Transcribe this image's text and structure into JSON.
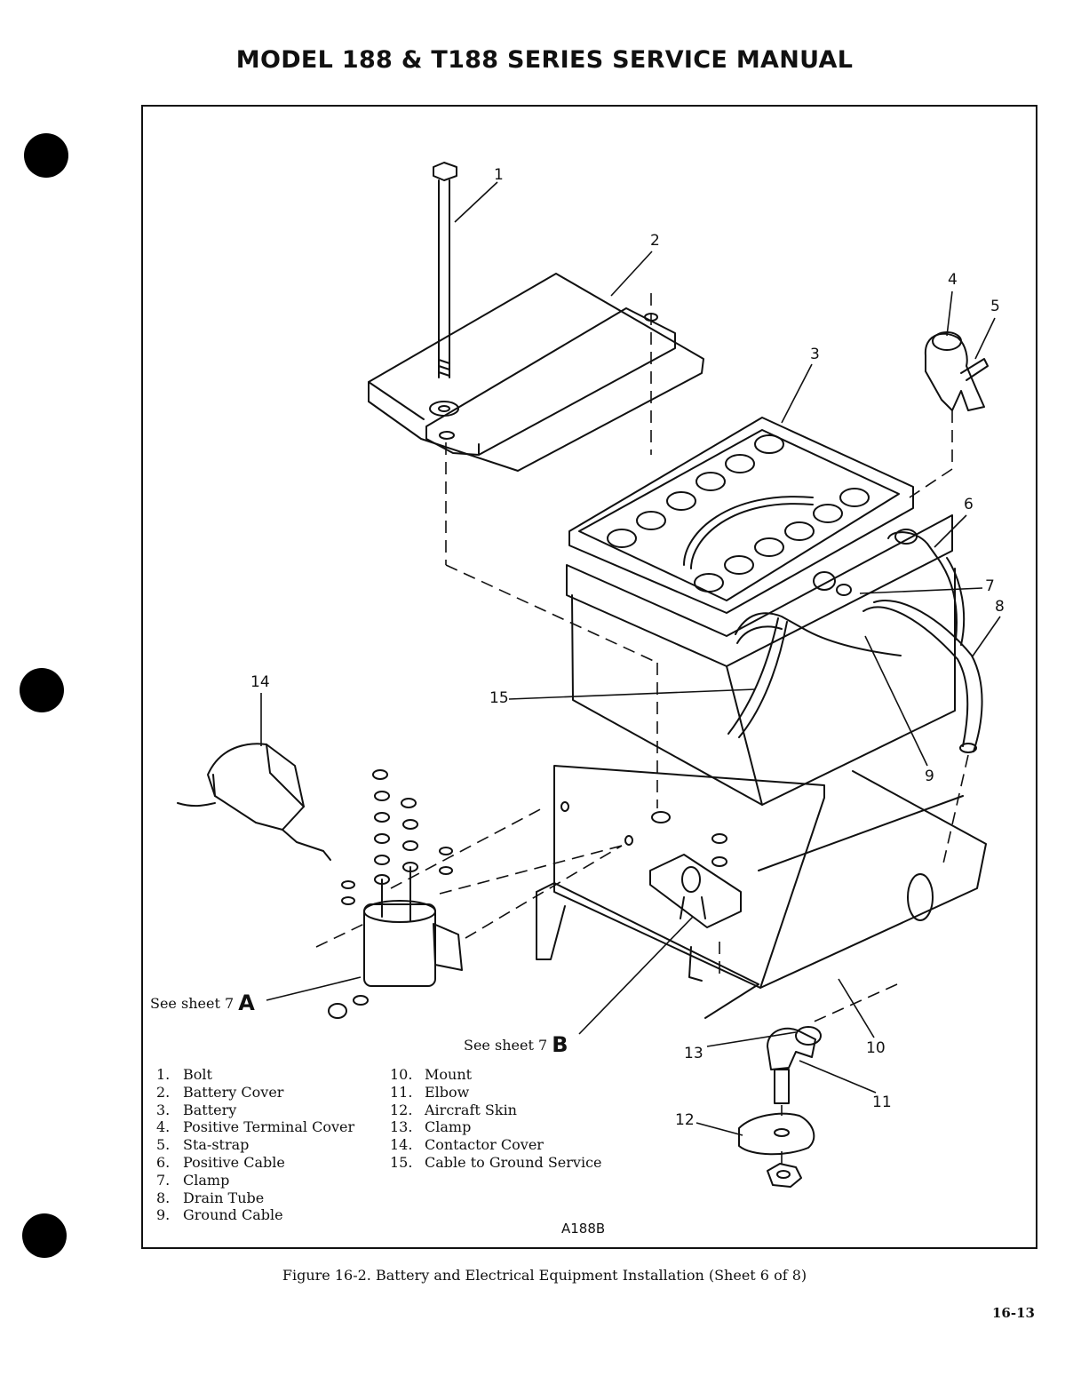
{
  "header": {
    "title": "MODEL 188 & T188 SERIES SERVICE MANUAL"
  },
  "callouts": [
    "1",
    "2",
    "3",
    "4",
    "5",
    "6",
    "7",
    "8",
    "9",
    "10",
    "11",
    "12",
    "13",
    "14",
    "15"
  ],
  "references": {
    "a": {
      "prefix": "See sheet 7",
      "letter": "A"
    },
    "b": {
      "prefix": "See sheet 7",
      "letter": "B"
    }
  },
  "legend": {
    "left": [
      {
        "num": "1.",
        "label": "Bolt"
      },
      {
        "num": "2.",
        "label": "Battery Cover"
      },
      {
        "num": "3.",
        "label": "Battery"
      },
      {
        "num": "4.",
        "label": "Positive Terminal Cover"
      },
      {
        "num": "5.",
        "label": "Sta-strap"
      },
      {
        "num": "6.",
        "label": "Positive Cable"
      },
      {
        "num": "7.",
        "label": "Clamp"
      },
      {
        "num": "8.",
        "label": "Drain Tube"
      },
      {
        "num": "9.",
        "label": "Ground Cable"
      }
    ],
    "right": [
      {
        "num": "10.",
        "label": "Mount"
      },
      {
        "num": "11.",
        "label": "Elbow"
      },
      {
        "num": "12.",
        "label": "Aircraft Skin"
      },
      {
        "num": "13.",
        "label": "Clamp"
      },
      {
        "num": "14.",
        "label": "Contactor Cover"
      },
      {
        "num": "15.",
        "label": "Cable to Ground Service"
      }
    ]
  },
  "drawing_code": "A188B",
  "caption": "Figure 16-2.  Battery and Electrical Equipment Installation (Sheet 6 of 8)",
  "page_number": "16-13"
}
